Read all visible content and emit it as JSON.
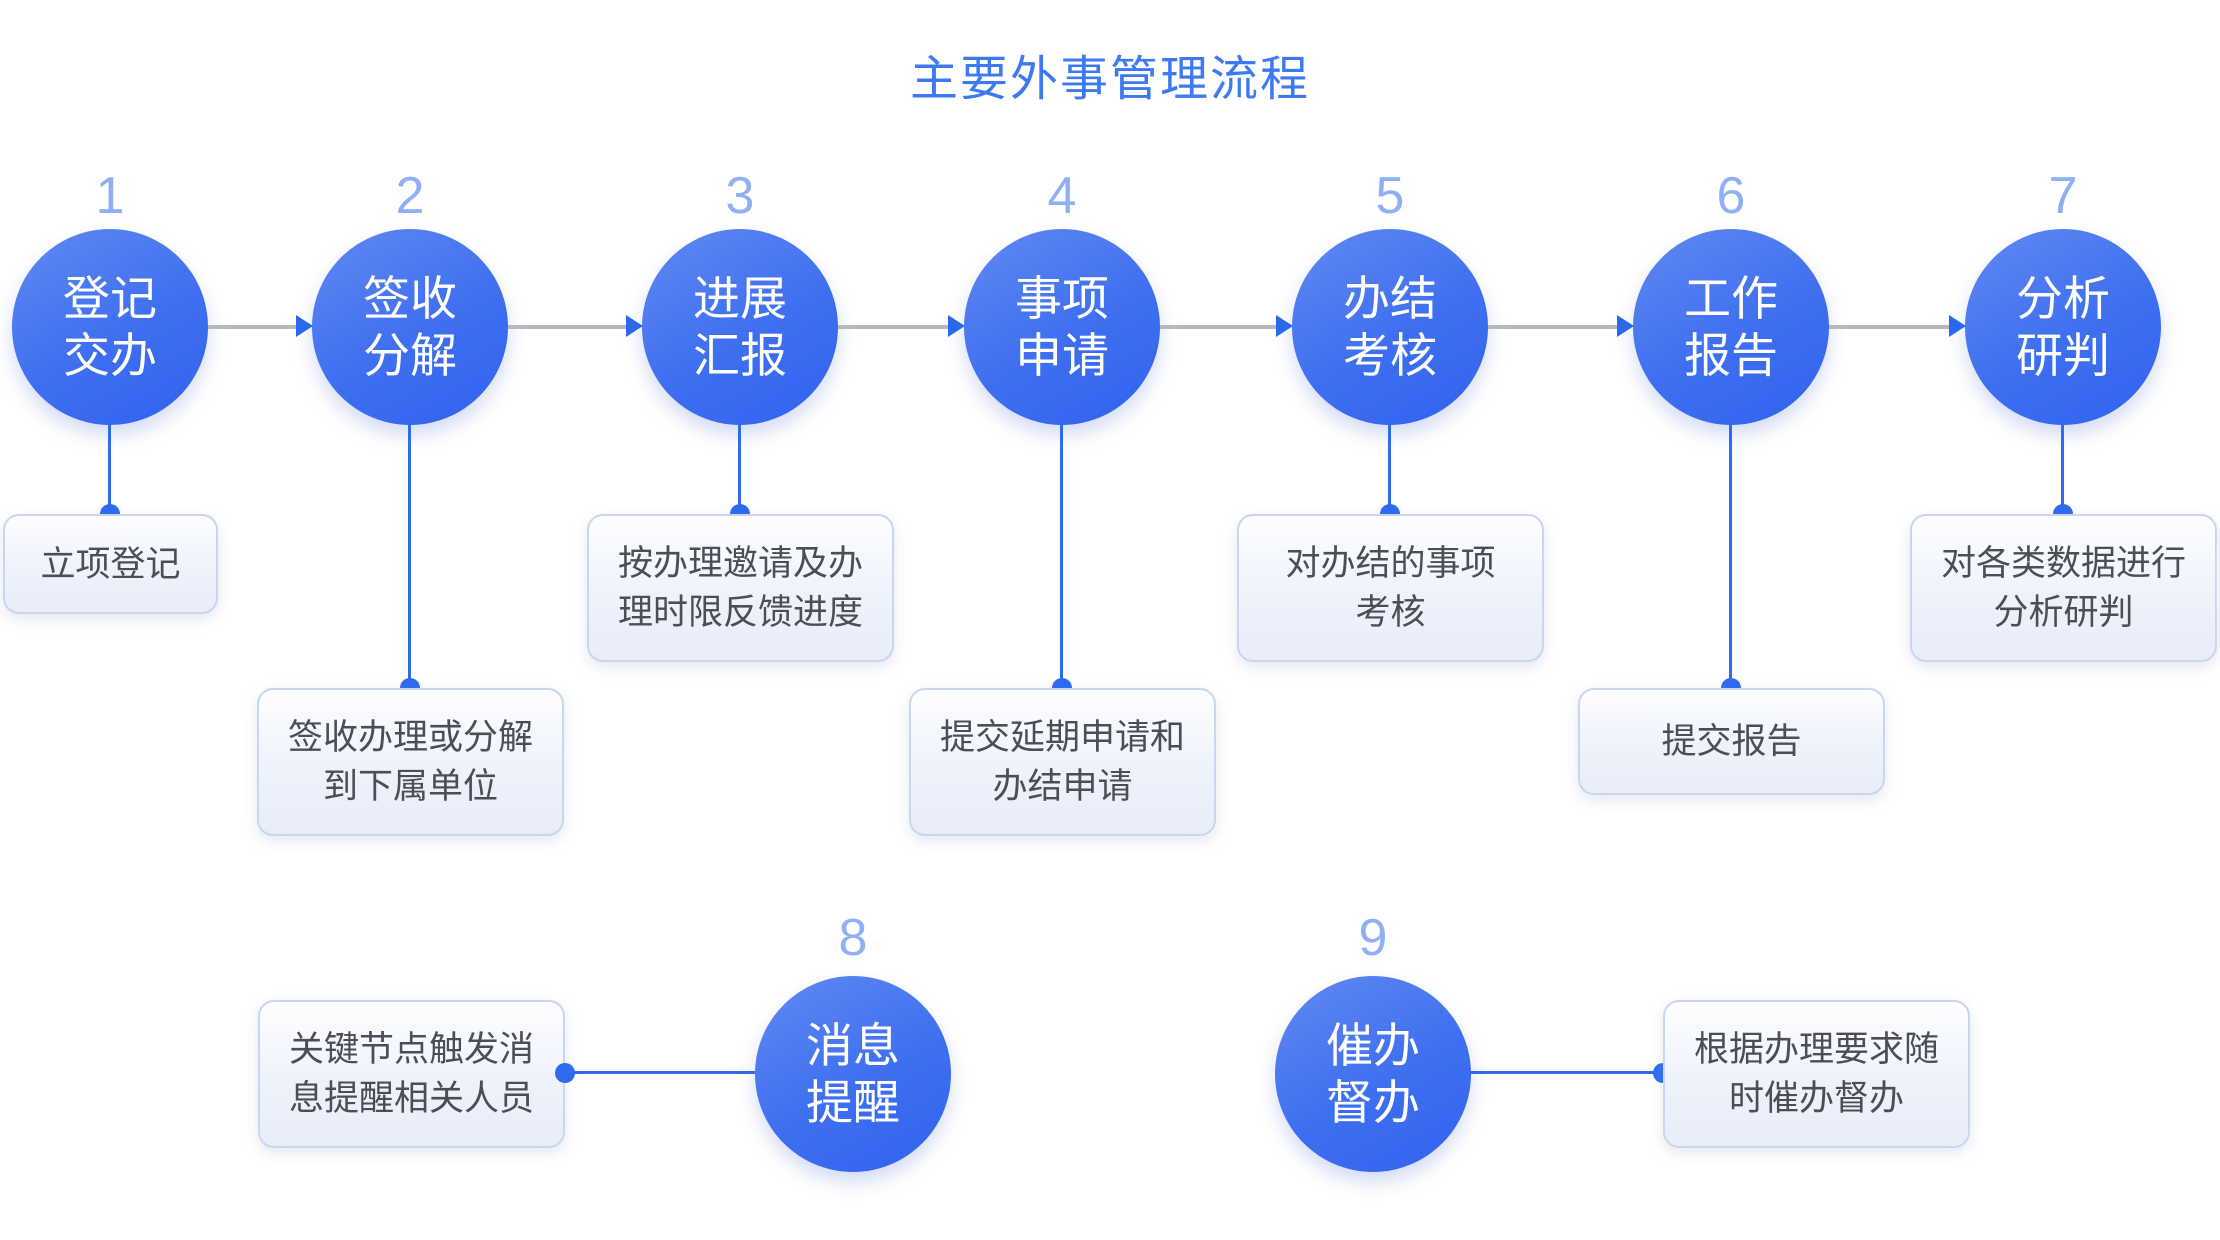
{
  "flow": {
    "title": "主要外事管理流程",
    "steps": [
      {
        "number": "1",
        "circle": [
          "登记",
          "交办"
        ],
        "note": [
          "立项登记"
        ]
      },
      {
        "number": "2",
        "circle": [
          "签收",
          "分解"
        ],
        "note": [
          "签收办理或分解",
          "到下属单位"
        ]
      },
      {
        "number": "3",
        "circle": [
          "进展",
          "汇报"
        ],
        "note": [
          "按办理邀请及办",
          "理时限反馈进度"
        ]
      },
      {
        "number": "4",
        "circle": [
          "事项",
          "申请"
        ],
        "note": [
          "提交延期申请和",
          "办结申请"
        ]
      },
      {
        "number": "5",
        "circle": [
          "办结",
          "考核"
        ],
        "note": [
          "对办结的事项",
          "考核"
        ]
      },
      {
        "number": "6",
        "circle": [
          "工作",
          "报告"
        ],
        "note": [
          "提交报告"
        ]
      },
      {
        "number": "7",
        "circle": [
          "分析",
          "研判"
        ],
        "note": [
          "对各类数据进行",
          "分析研判"
        ]
      }
    ],
    "aux": [
      {
        "number": "8",
        "circle": [
          "消息",
          "提醒"
        ],
        "note": [
          "关键节点触发消",
          "息提醒相关人员"
        ]
      },
      {
        "number": "9",
        "circle": [
          "催办",
          "督办"
        ],
        "note": [
          "根据办理要求随",
          "时催办督办"
        ]
      }
    ],
    "colors": {
      "title": "#3c79f2",
      "circle_gradient_top": "#6189f1",
      "circle_gradient_bottom": "#3162ee",
      "circle_text": "#ffffff",
      "step_number": "#8fb0f5",
      "connector_blue": "#2e6bef",
      "connector_gray": "#b6b9be",
      "arrowhead": "#2c68ea",
      "note_border": "#c9d6ef",
      "note_text": "#4b4e55"
    }
  }
}
